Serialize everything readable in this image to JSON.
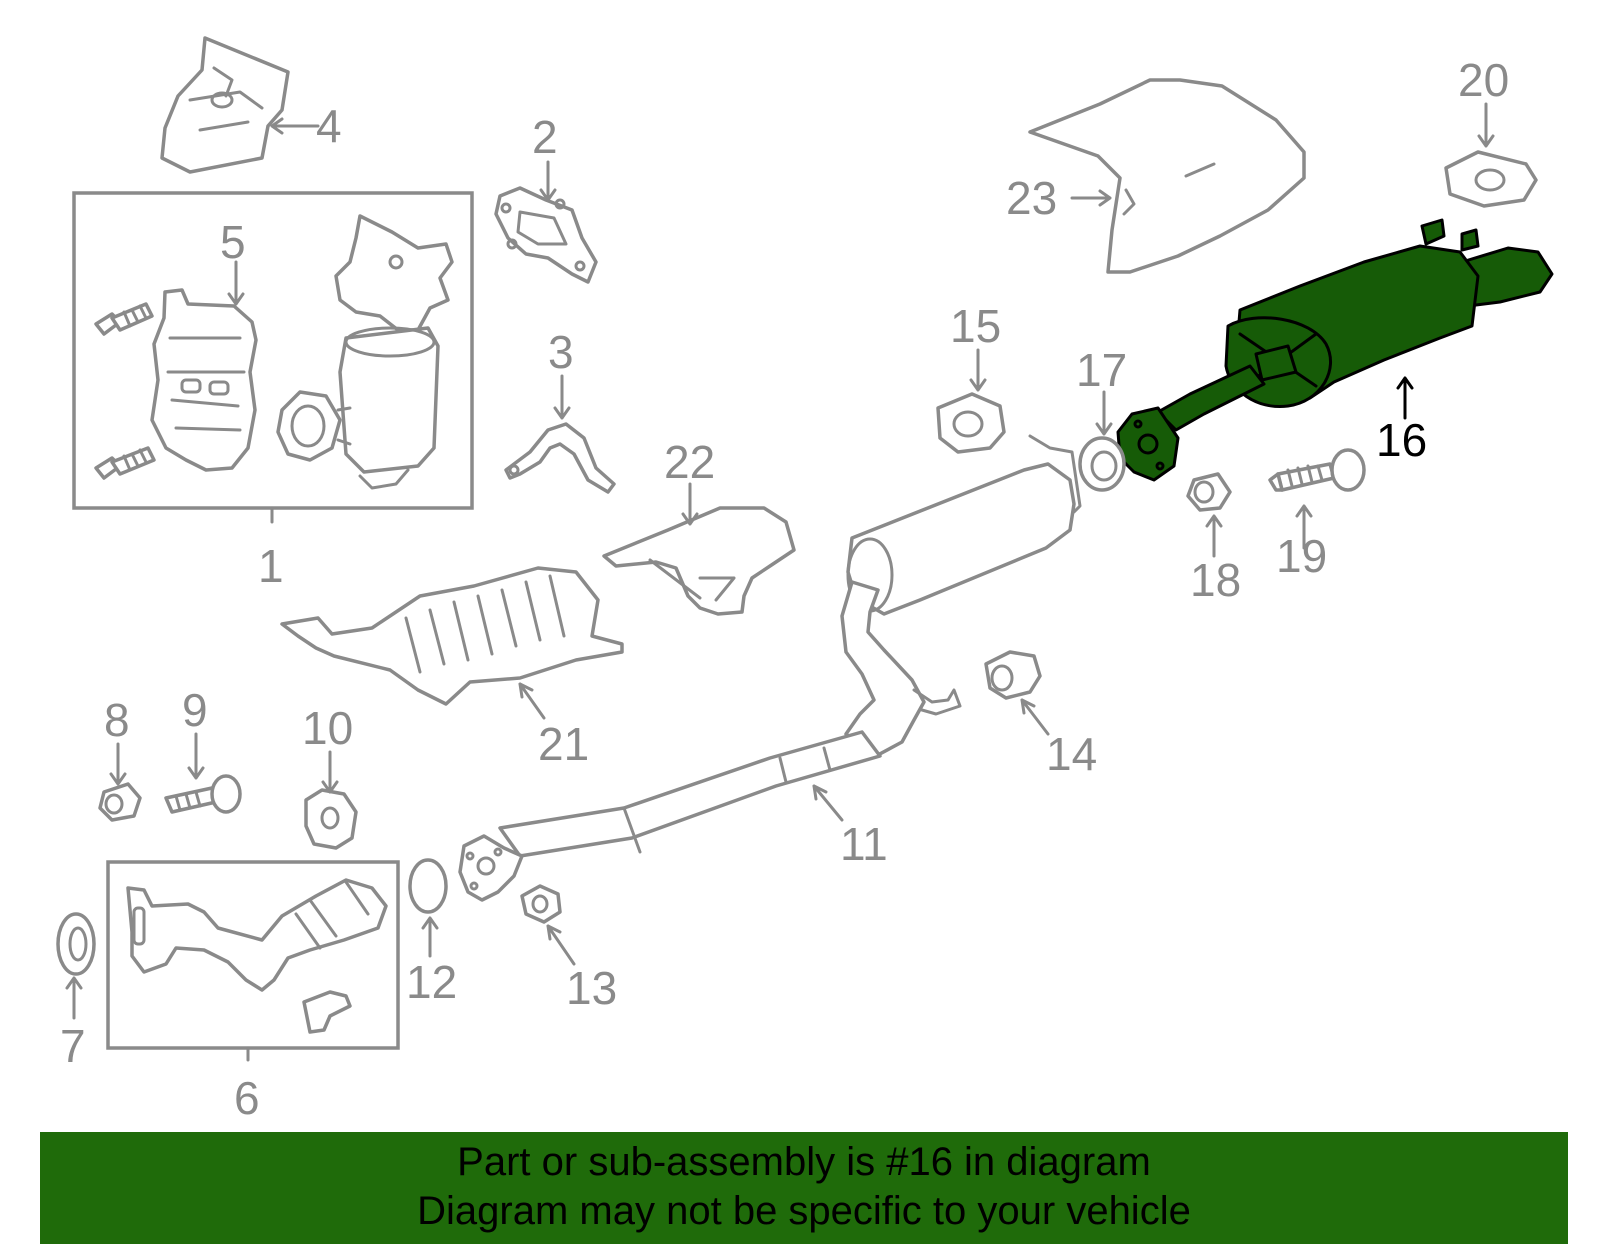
{
  "diagram": {
    "highlight_color": "#165b07",
    "line_color": "#8a8a8a",
    "highlighted_part": "16",
    "callouts": {
      "c1": "1",
      "c2": "2",
      "c3": "3",
      "c4": "4",
      "c5": "5",
      "c6": "6",
      "c7": "7",
      "c8": "8",
      "c9": "9",
      "c10": "10",
      "c11": "11",
      "c12": "12",
      "c13": "13",
      "c14": "14",
      "c15": "15",
      "c16": "16",
      "c17": "17",
      "c18": "18",
      "c19": "19",
      "c20": "20",
      "c21": "21",
      "c22": "22",
      "c23": "23"
    }
  },
  "banner": {
    "background": "#1f6b0a",
    "line1": "Part or sub-assembly is #16 in diagram",
    "line2": "Diagram may not be specific to your vehicle"
  }
}
